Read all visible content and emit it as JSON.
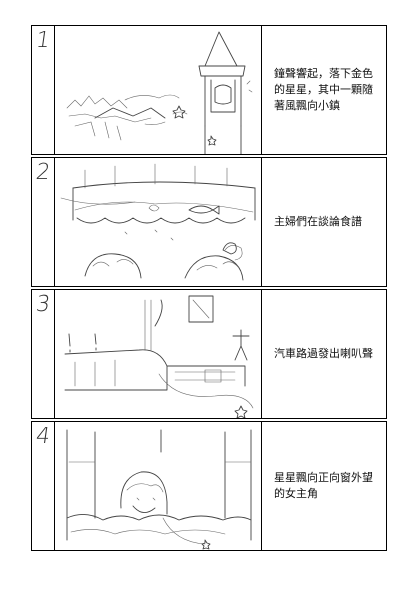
{
  "panels": [
    {
      "number": "1",
      "description": "鐘聲響起，落下金色的星星，其中一顆隨著風飄向小鎮"
    },
    {
      "number": "2",
      "description": "主婦們在談論食譜"
    },
    {
      "number": "3",
      "description": "汽車路過發出喇叭聲"
    },
    {
      "number": "4",
      "description": "星星飄向正向窗外望的女主角"
    }
  ]
}
